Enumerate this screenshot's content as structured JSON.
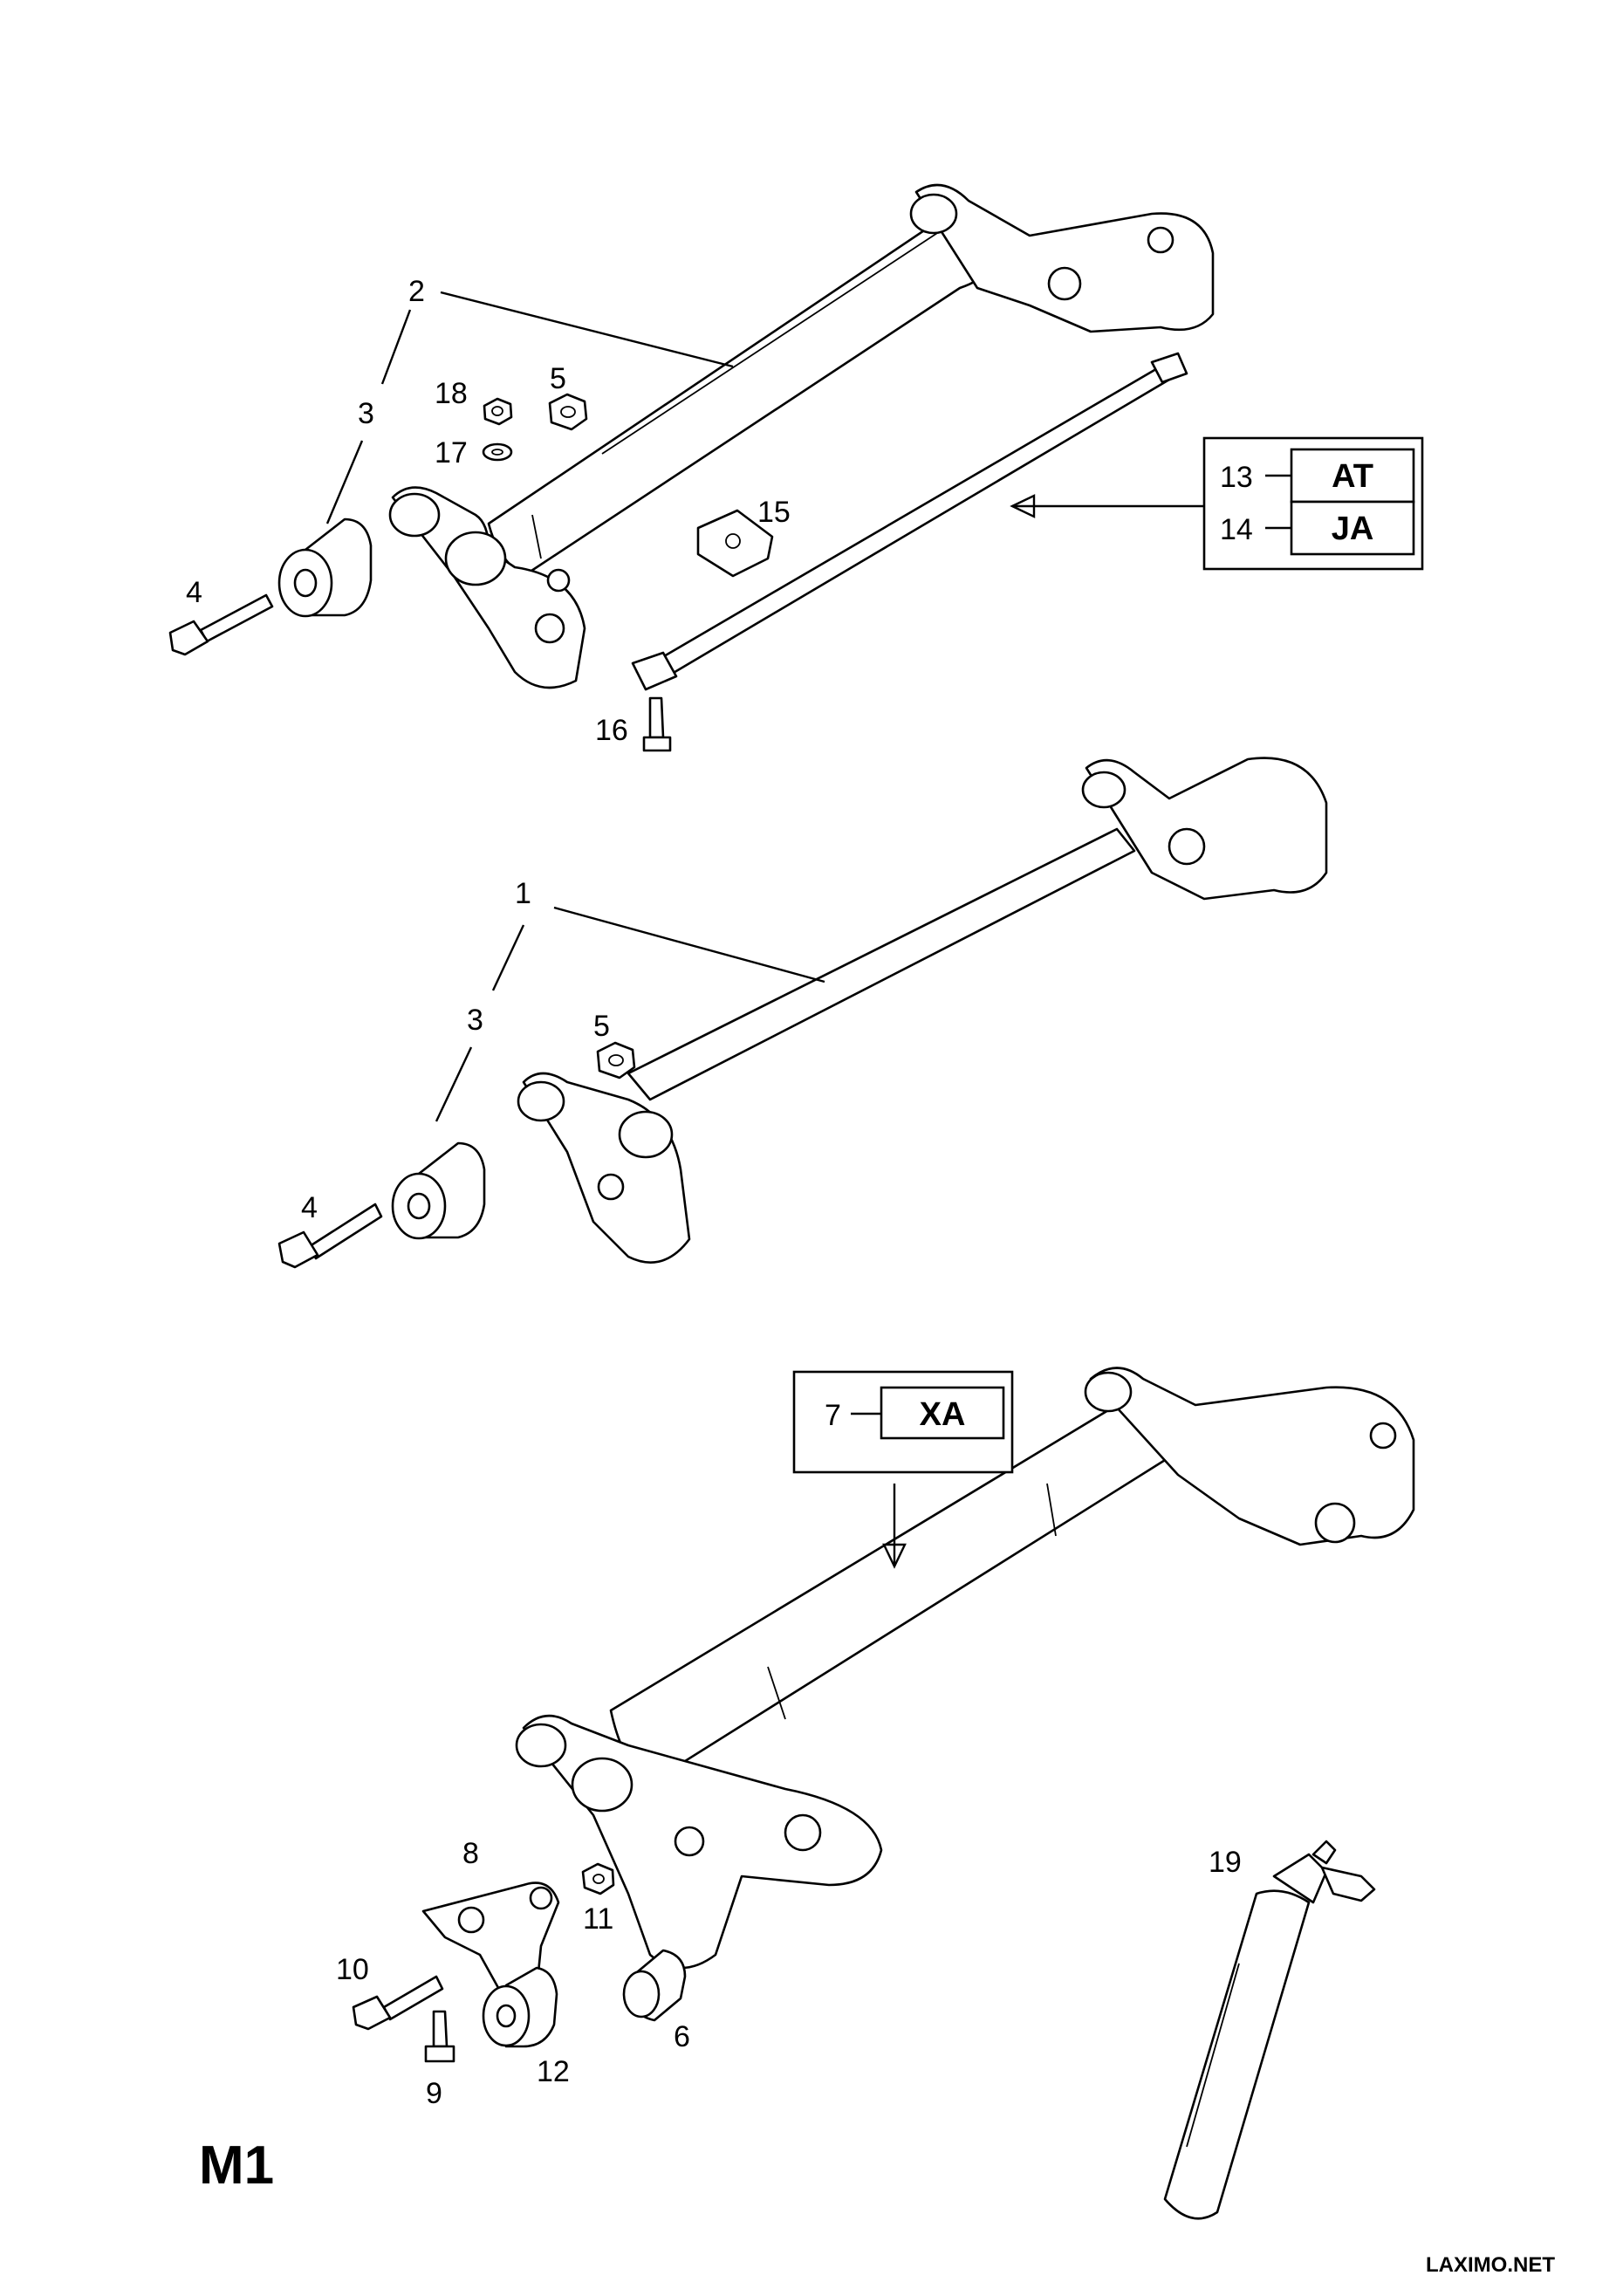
{
  "diagram": {
    "page_code": "M1",
    "watermark": "LAXIMO.NET",
    "callouts": [
      {
        "id": "c1",
        "label": "1"
      },
      {
        "id": "c2",
        "label": "2"
      },
      {
        "id": "c3a",
        "label": "3"
      },
      {
        "id": "c3b",
        "label": "3"
      },
      {
        "id": "c4a",
        "label": "4"
      },
      {
        "id": "c4b",
        "label": "4"
      },
      {
        "id": "c5a",
        "label": "5"
      },
      {
        "id": "c5b",
        "label": "5"
      },
      {
        "id": "c6",
        "label": "6"
      },
      {
        "id": "c8",
        "label": "8"
      },
      {
        "id": "c9",
        "label": "9"
      },
      {
        "id": "c10",
        "label": "10"
      },
      {
        "id": "c11",
        "label": "11"
      },
      {
        "id": "c12",
        "label": "12"
      },
      {
        "id": "c15",
        "label": "15"
      },
      {
        "id": "c16",
        "label": "16"
      },
      {
        "id": "c17",
        "label": "17"
      },
      {
        "id": "c18",
        "label": "18"
      },
      {
        "id": "c19",
        "label": "19"
      }
    ],
    "code_boxes": [
      {
        "number": "13",
        "code": "AT"
      },
      {
        "number": "14",
        "code": "JA"
      },
      {
        "number": "7",
        "code": "XA"
      }
    ]
  }
}
